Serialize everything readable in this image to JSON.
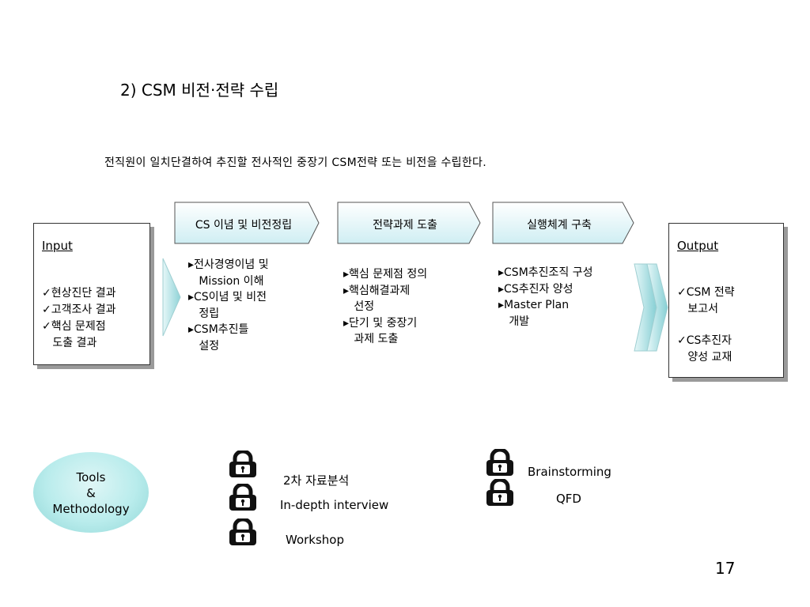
{
  "title": "2) CSM 비전·전략 수립",
  "description": "전직원이 일치단결하여 추진할 전사적인  중장기 CSM전략 또는 비전을 수립한다.",
  "input": {
    "heading": "Input",
    "items": [
      "✓현상진단 결과",
      "✓고객조사 결과",
      "✓핵심 문제점",
      "   도출 결과"
    ]
  },
  "output": {
    "heading": "Output",
    "items": [
      "✓CSM 전략",
      "   보고서",
      "",
      "✓CS추진자",
      "   양성 교재"
    ]
  },
  "stages": [
    {
      "label": "CS 이념 및 비전정립",
      "items": [
        "▸전사경영이념 및",
        "   Mission 이해",
        "▸CS이념 및 비전",
        "   정립",
        "▸CSM추진틀",
        "   설정"
      ]
    },
    {
      "label": "전략과제 도출",
      "items": [
        "▸핵심 문제점 정의",
        "▸핵심해결과제",
        "   선정",
        "▸단기 및 중장기",
        "   과제 도출"
      ]
    },
    {
      "label": "실행체계 구축",
      "items": [
        "▸CSM추진조직 구성",
        "▸CS추진자 양성",
        "▸Master Plan",
        "   개발"
      ]
    }
  ],
  "tools": {
    "label_line1": "Tools",
    "label_line2": "&",
    "label_line3": "Methodology",
    "methods_left": [
      "2차 자료분석",
      "In-depth interview",
      "Workshop"
    ],
    "methods_right": [
      "Brainstorming",
      "QFD"
    ]
  },
  "page_number": "17",
  "colors": {
    "stage_fill": "#dff3f7",
    "chevron_fill": "#a8dde0",
    "ellipse_fill": "#b9ecec"
  }
}
